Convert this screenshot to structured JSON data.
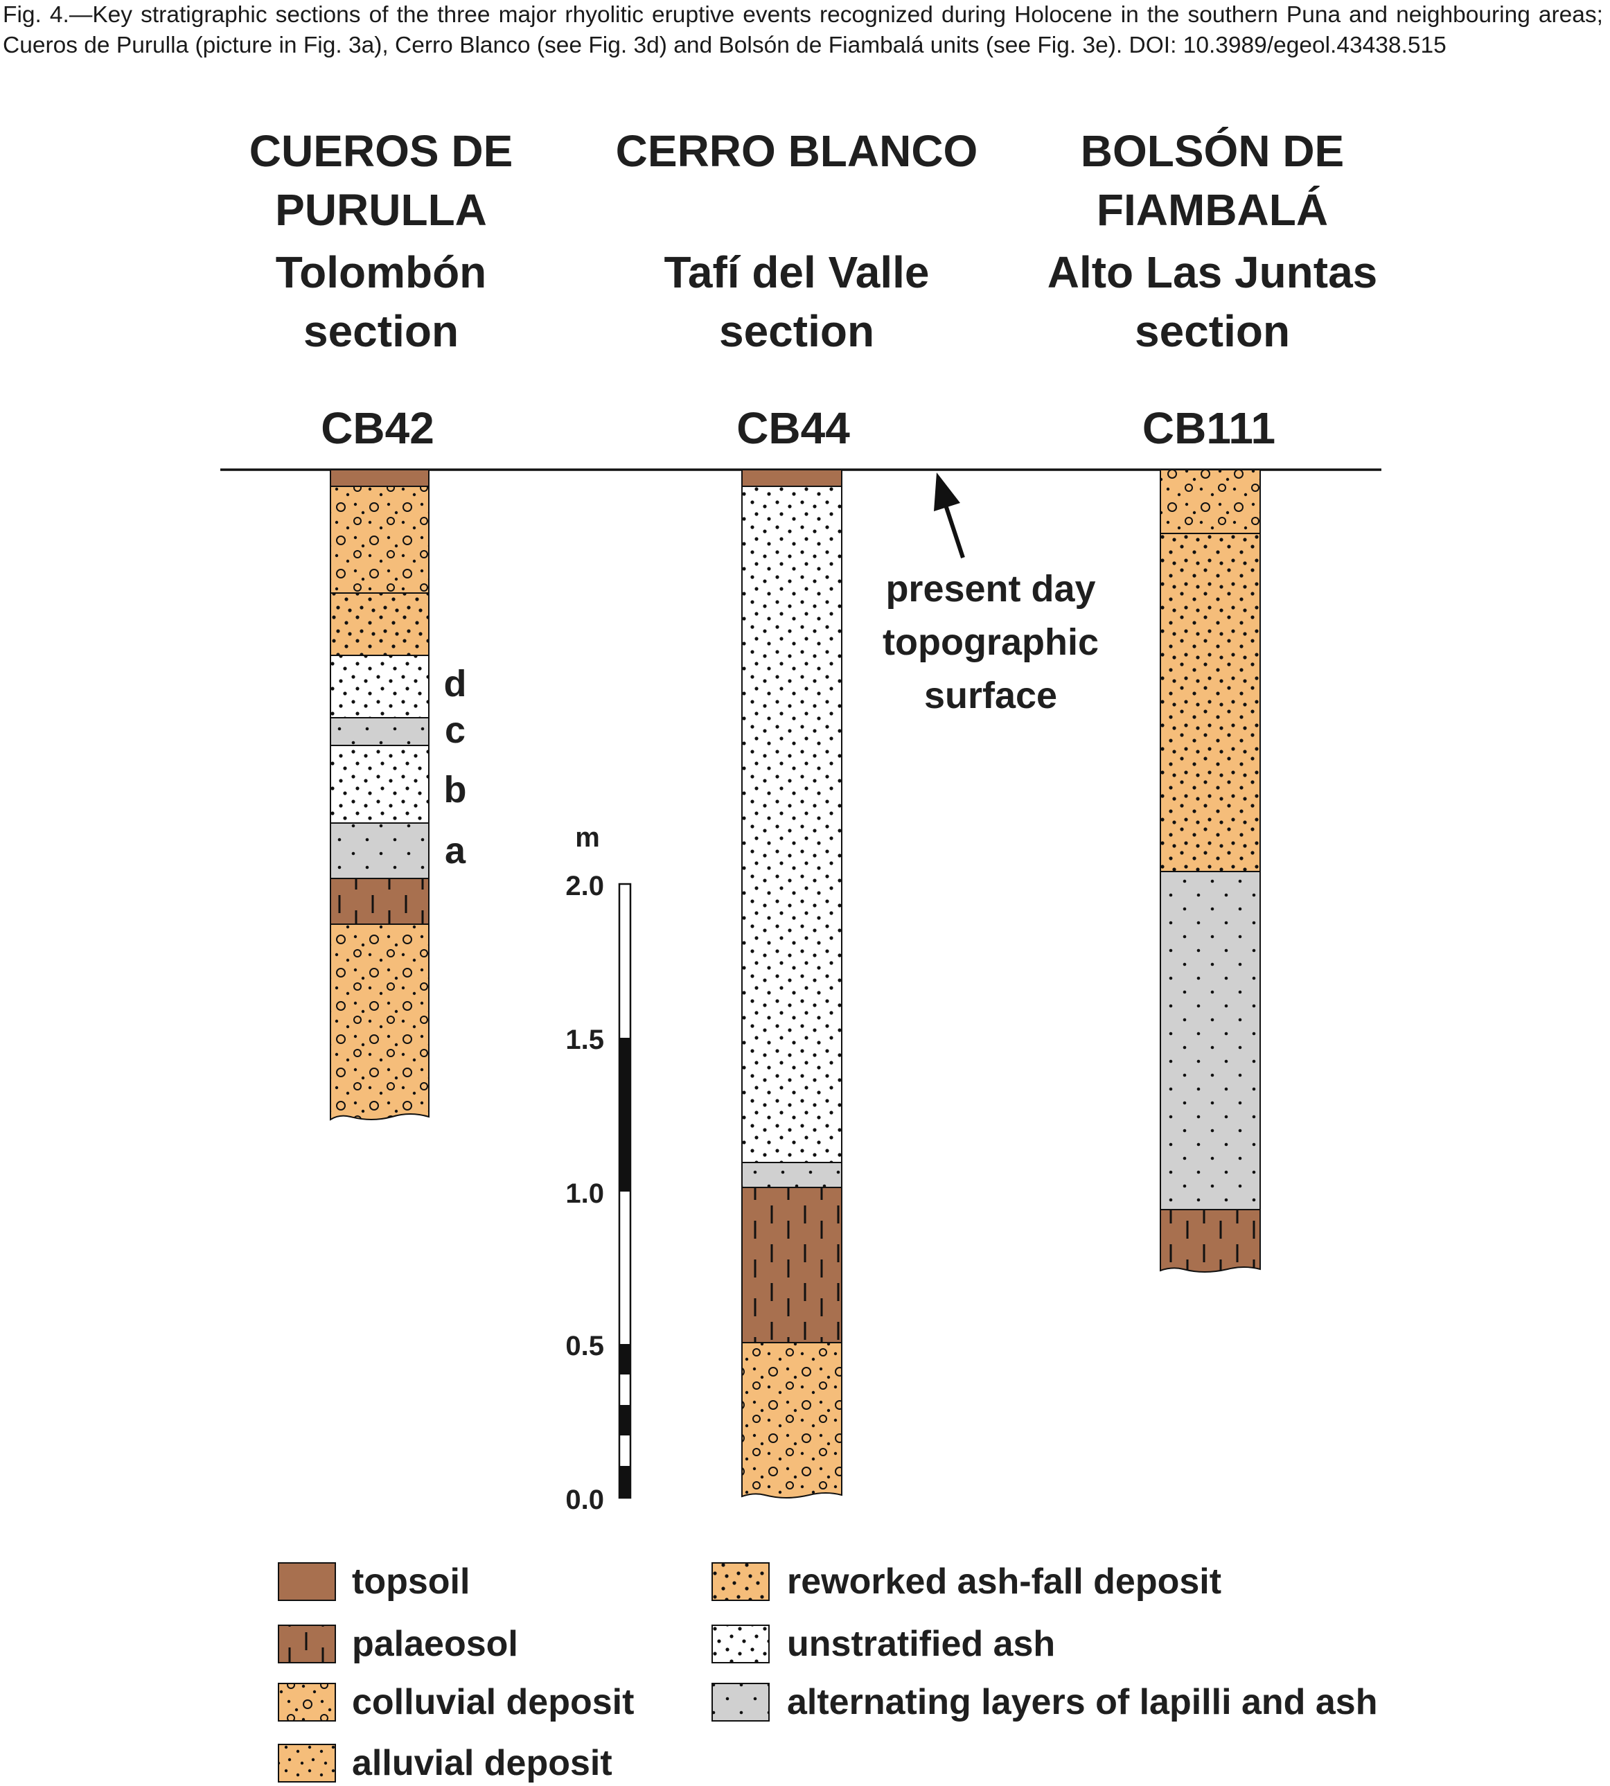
{
  "caption": "Fig. 4.—Key stratigraphic sections of the three major rhyolitic eruptive events recognized during Holocene in the southern Puna and neighbouring areas; Cueros de Purulla (picture in Fig. 3a), Cerro Blanco (see Fig. 3d) and Bolsón de Fiambalá units (see Fig. 3e). DOI: 10.3989/egeol.43438.515",
  "colors": {
    "topsoil": "#a8704f",
    "palaeosol": "#a8704f",
    "colluvial": "#f5bd7a",
    "alluvial": "#f5bd7a",
    "reworked": "#f5bd7a",
    "unstratified": "#ffffff",
    "alternating": "#d0d0d0"
  },
  "columns": {
    "cb42": {
      "title_line1": "CUEROS DE",
      "title_line2": "PURULLA",
      "section_line1": "Tolombón",
      "section_line2": "section",
      "code": "CB42"
    },
    "cb44": {
      "title_line1": "CERRO BLANCO",
      "section_line1": "Tafí del Valle",
      "section_line2": "section",
      "code": "CB44"
    },
    "cb111": {
      "title_line1": "BOLSÓN DE",
      "title_line2": "FIAMBALÁ",
      "section_line1": "Alto Las Juntas",
      "section_line2": "section",
      "code": "CB111"
    }
  },
  "layer_labels": [
    "d",
    "c",
    "b",
    "a"
  ],
  "surface_annotation": {
    "line1": "present day",
    "line2": "topographic",
    "line3": "surface"
  },
  "scale": {
    "unit": "m",
    "ticks": [
      "2.0",
      "1.5",
      "1.0",
      "0.5",
      "0.0"
    ]
  },
  "legend": {
    "topsoil": "topsoil",
    "palaeosol": "palaeosol",
    "colluvial": "colluvial deposit",
    "alluvial": "alluvial deposit",
    "reworked": "reworked ash-fall deposit",
    "unstratified": "unstratified ash",
    "alternating": "alternating layers of lapilli and ash"
  }
}
